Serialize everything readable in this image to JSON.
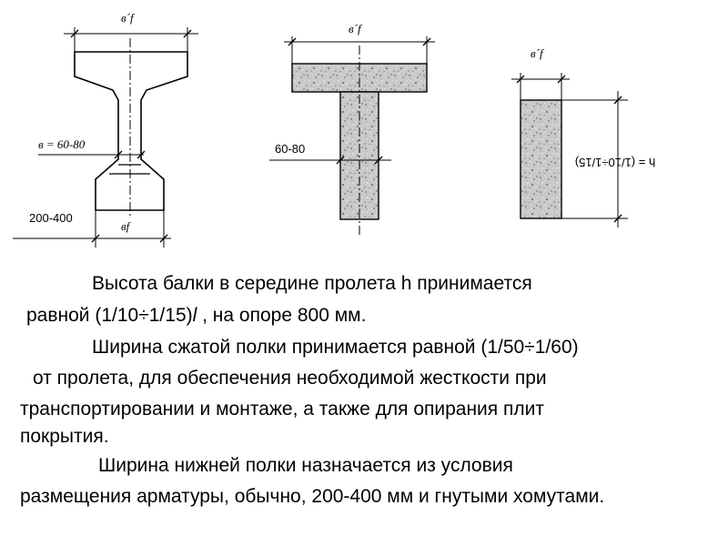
{
  "figures": {
    "i_beam": {
      "top_width_label": "в´f",
      "web_label": "в = 60-80",
      "bottom_label": "200-400",
      "bottom_width_label": "вf"
    },
    "t_beam": {
      "top_width_label": "в´f",
      "web_label": "60-80"
    },
    "rect_beam": {
      "top_width_label": "в´f",
      "height_label": "h = (1/10÷1/15)"
    }
  },
  "text": {
    "line1": "Высота балки в середине пролета h принимается",
    "line2_start": "равной (1/10÷1/15)",
    "line2_italic": "l",
    "line2_end": " , на опоре 800 мм.",
    "line3": "Ширина сжатой полки принимается равной (1/50÷1/60)",
    "line4": "от пролета, для обеспечения необходимой жесткости при",
    "line5": "транспортировании и монтаже, а также для опирания плит",
    "line6": "покрытия.",
    "line7": "Ширина нижней полки назначается из условия",
    "line8": "размещения арматуры, обычно, 200-400 мм и гнутыми хомутами."
  }
}
